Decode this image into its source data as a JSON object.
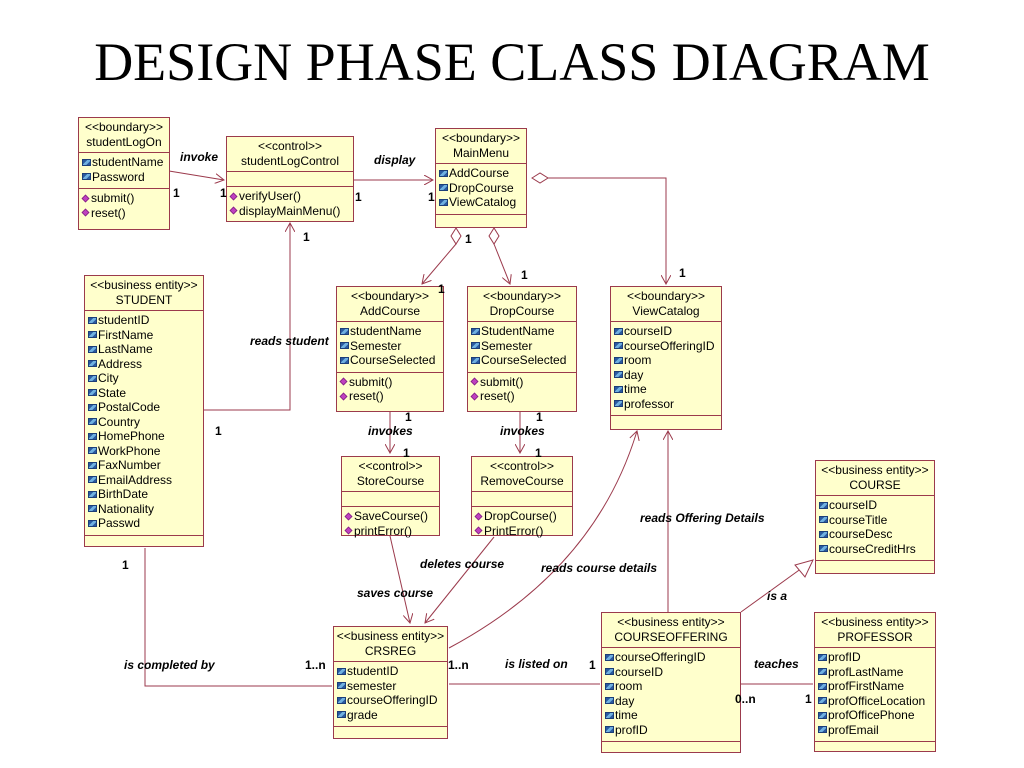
{
  "title": "DESIGN PHASE CLASS DIAGRAM",
  "colors": {
    "class_fill": "#ffffcc",
    "class_border": "#9b3a4c",
    "line": "#9b3a4c",
    "attribute_icon": "#2a5aa0",
    "operation_icon": "#c040c0"
  },
  "classes": {
    "student_log_on": {
      "stereotype": "<<boundary>>",
      "name": "studentLogOn",
      "attributes": [
        "studentName",
        "Password"
      ],
      "operations": [
        "submit()",
        "reset()"
      ]
    },
    "student_log_control": {
      "stereotype": "<<control>>",
      "name": "studentLogControl",
      "attributes": [],
      "operations": [
        "verifyUser()",
        "displayMainMenu()"
      ]
    },
    "main_menu": {
      "stereotype": "<<boundary>>",
      "name": "MainMenu",
      "attributes": [
        "AddCourse",
        "DropCourse",
        "ViewCatalog"
      ],
      "operations": []
    },
    "student": {
      "stereotype": "<<business entity>>",
      "name": "STUDENT",
      "attributes": [
        "studentID",
        "FirstName",
        "LastName",
        "Address",
        "City",
        "State",
        "PostalCode",
        "Country",
        "HomePhone",
        "WorkPhone",
        "FaxNumber",
        "EmailAddress",
        "BirthDate",
        "Nationality",
        "Passwd"
      ],
      "operations": []
    },
    "add_course": {
      "stereotype": "<<boundary>>",
      "name": "AddCourse",
      "attributes": [
        "studentName",
        "Semester",
        "CourseSelected"
      ],
      "operations": [
        "submit()",
        "reset()"
      ]
    },
    "drop_course": {
      "stereotype": "<<boundary>>",
      "name": "DropCourse",
      "attributes": [
        "StudentName",
        "Semester",
        "CourseSelected"
      ],
      "operations": [
        "submit()",
        "reset()"
      ]
    },
    "view_catalog": {
      "stereotype": "<<boundary>>",
      "name": "ViewCatalog",
      "attributes": [
        "courseID",
        "courseOfferingID",
        "room",
        "day",
        "time",
        "professor"
      ],
      "operations": []
    },
    "store_course": {
      "stereotype": "<<control>>",
      "name": "StoreCourse",
      "attributes": [],
      "operations": [
        "SaveCourse()",
        "printError()"
      ]
    },
    "remove_course": {
      "stereotype": "<<control>>",
      "name": "RemoveCourse",
      "attributes": [],
      "operations": [
        "DropCourse()",
        "PrintError()"
      ]
    },
    "course": {
      "stereotype": "<<business entity>>",
      "name": "COURSE",
      "attributes": [
        "courseID",
        "courseTitle",
        "courseDesc",
        "courseCreditHrs"
      ],
      "operations": []
    },
    "crsreg": {
      "stereotype": "<<business entity>>",
      "name": "CRSREG",
      "attributes": [
        "studentID",
        "semester",
        "courseOfferingID",
        "grade"
      ],
      "operations": []
    },
    "course_offering": {
      "stereotype": "<<business entity>>",
      "name": "COURSEOFFERING",
      "attributes": [
        "courseOfferingID",
        "courseID",
        "room",
        "day",
        "time",
        "profID"
      ],
      "operations": []
    },
    "professor": {
      "stereotype": "<<business entity>>",
      "name": "PROFESSOR",
      "attributes": [
        "profID",
        "profLastName",
        "profFirstName",
        "profOfficeLocation",
        "profOfficePhone",
        "profEmail"
      ],
      "operations": []
    }
  },
  "labels": {
    "invoke": "invoke",
    "display": "display",
    "reads_student": "reads student",
    "invokes_add": "invokes",
    "invokes_drop": "invokes",
    "reads_offering_details": "reads Offering Details",
    "deletes_course": "deletes course",
    "reads_course_details": "reads course details",
    "saves_course": "saves course",
    "is_a": "is a",
    "is_completed_by": "is completed by",
    "is_listed_on": "is listed on",
    "teaches": "teaches"
  },
  "multiplicities": {
    "logon_right": "1",
    "control_left": "1",
    "control_right": "1",
    "menu_left": "1",
    "control_bottom": "1",
    "menu_bottom": "1",
    "add_top": "1",
    "drop_top": "1",
    "view_top": "1",
    "student_right": "1",
    "add_bottom": "1",
    "store_top": "1",
    "drop_bottom": "1",
    "remove_top": "1",
    "student_bottom": "1",
    "crsreg_left": "1..n",
    "crsreg_right": "1..n",
    "offering_left": "1",
    "offering_right": "0..n",
    "professor_left": "1"
  }
}
